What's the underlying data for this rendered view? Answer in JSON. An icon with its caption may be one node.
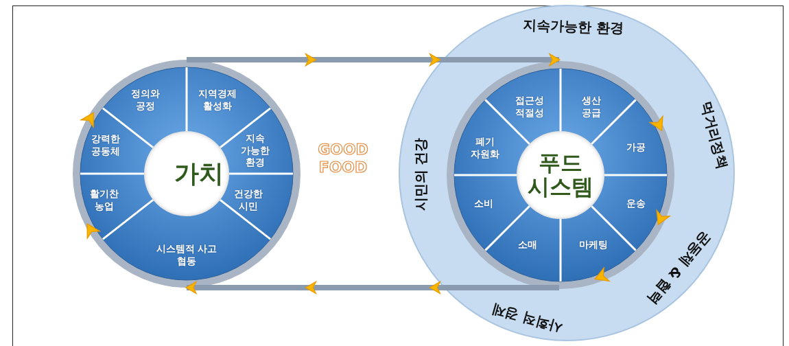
{
  "diagram": {
    "nodes": [
      {
        "text": [
          "가치"
        ]
      },
      {
        "text": [
          "정의와 공정"
        ],
        "in": 0
      },
      {
        "text": [
          "지역경제 활성화"
        ],
        "in": 0
      },
      {
        "text": [
          "지속 가능한 환경"
        ],
        "in": 0
      },
      {
        "text": [
          "건강한 시민"
        ],
        "in": 0
      },
      {
        "text": [
          "시스템적 사고 협동"
        ],
        "in": 0
      },
      {
        "text": [
          "활기찬 농업"
        ],
        "in": 0
      },
      {
        "text": [
          "강력한 공동체"
        ],
        "in": 0
      },
      {
        "text": [
          "지속가능한 환경",
          "먹거리정책",
          "공동체 & 협력",
          "사회적 경제",
          "시민의 건강"
        ]
      },
      {
        "text": [
          "푸드 시스템"
        ],
        "in": 8
      },
      {
        "text": [
          "접근성 적절성"
        ],
        "in": 9
      },
      {
        "text": [
          "생산 공급"
        ],
        "in": 9
      },
      {
        "text": [
          "가공"
        ],
        "in": 9
      },
      {
        "text": [
          "운송"
        ],
        "in": 9
      },
      {
        "text": [
          "마케팅"
        ],
        "in": 9
      },
      {
        "text": [
          "소매"
        ],
        "in": 9
      },
      {
        "text": [
          "소비"
        ],
        "in": 9
      },
      {
        "text": [
          "폐기 자원화"
        ],
        "in": 9
      }
    ],
    "edges": [
      {
        "from": 0,
        "to": 9,
        "arrow": "to"
      },
      {
        "from": 9,
        "to": 0,
        "arrow": "to"
      }
    ],
    "labels": [
      "GOOD FOOD"
    ]
  }
}
